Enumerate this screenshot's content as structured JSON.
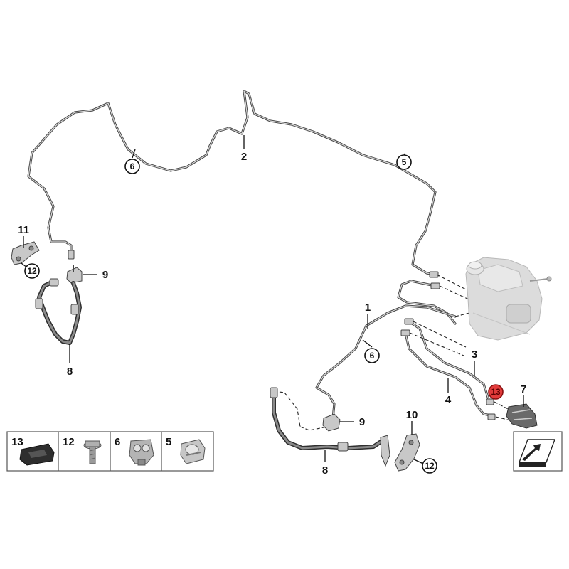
{
  "callouts": {
    "n1": "1",
    "n2": "2",
    "n3": "3",
    "n4": "4",
    "n5a": "5",
    "n6a": "6",
    "n6b": "6",
    "n7": "7",
    "n8a": "8",
    "n8b": "8",
    "n9a": "9",
    "n9b": "9",
    "n10": "10",
    "n11": "11",
    "n12a": "12",
    "n12b": "12",
    "n13": "13"
  },
  "legend": {
    "items": [
      {
        "number": "13",
        "icon": "sound-insulation-pad-icon"
      },
      {
        "number": "12",
        "icon": "hex-bolt-icon"
      },
      {
        "number": "6",
        "icon": "double-pipe-clip-icon"
      },
      {
        "number": "5",
        "icon": "pipe-holder-icon"
      }
    ]
  },
  "orientation_icon": "vehicle-front-arrow-icon",
  "colors": {
    "highlight": "#e23b3b",
    "line": "#4a4a4a",
    "reservoir": "#d8d8d8"
  }
}
